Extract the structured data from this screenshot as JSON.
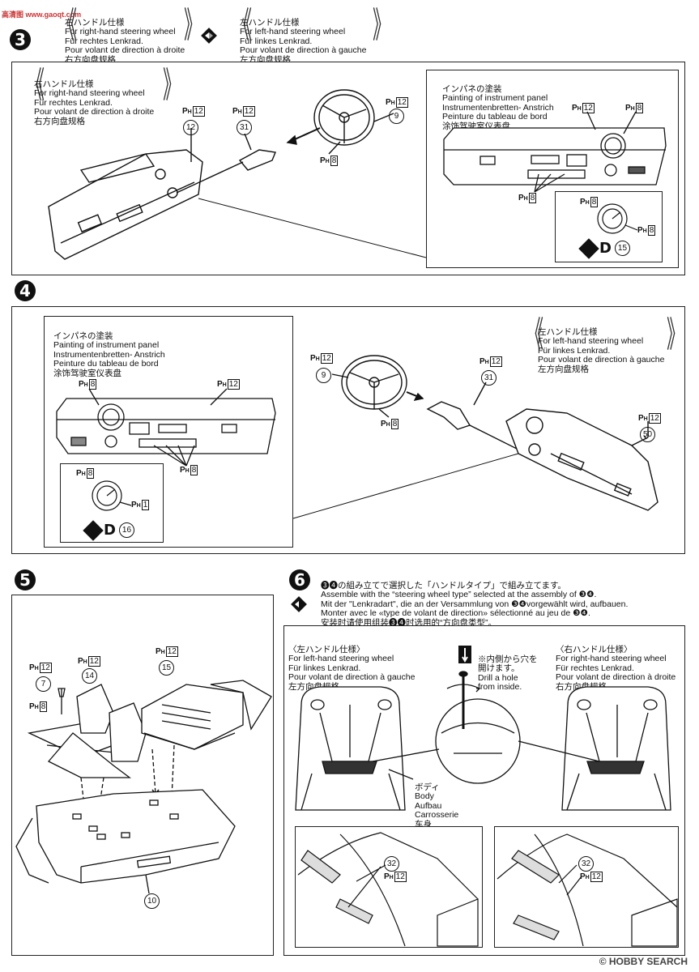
{
  "watermark_top": {
    "text": "高清图 www.gaoqt.com"
  },
  "steps": {
    "s3": "3",
    "s4": "4",
    "s5": "5",
    "s6": "6"
  },
  "top_header": {
    "right": {
      "jp": "右ハンドル仕様",
      "en": "For right-hand steering wheel",
      "de": "Für rechtes Lenkrad.",
      "fr": "Pour volant de direction à droite",
      "cn": "右方向盘规格"
    },
    "left": {
      "jp": "左ハンドル仕様",
      "en": "For left-hand steering wheel",
      "de": "Für linkes Lenkrad.",
      "fr": "Pour volant de direction à gauche",
      "cn": "左方向盘规格"
    }
  },
  "step3": {
    "right": {
      "jp": "右ハンドル仕様",
      "en": "For right-hand steering wheel",
      "de": "Für rechtes Lenkrad.",
      "fr": "Pour volant de direction à droite",
      "cn": "右方向盘规格"
    },
    "paint": {
      "jp": "インパネの塗装",
      "en": "Painting of instrument panel",
      "de": "Instrumentenbretten- Anstrich",
      "fr": "Peinture du tableau de bord",
      "cn": "涂饰驾驶室仪表盘"
    },
    "parts": {
      "p12": "12",
      "p31": "31",
      "p9": "9",
      "p15": "15"
    },
    "ph": {
      "p": "P",
      "h": "H",
      "c12": "12",
      "c8": "8"
    },
    "decal": "D"
  },
  "step4": {
    "paint": {
      "jp": "インパネの塗装",
      "en": "Painting of instrument panel",
      "de": "Instrumentenbretten- Anstrich",
      "fr": "Peinture du tableau de bord",
      "cn": "涂饰驾驶室仪表盘"
    },
    "left": {
      "jp": "左ハンドル仕様",
      "en": "For left-hand steering wheel",
      "de": "Für linkes Lenkrad.",
      "fr": "Pour volant de direction à gauche",
      "cn": "左方向盘规格"
    },
    "parts": {
      "p9": "9",
      "p31": "31",
      "p50": "50",
      "p16": "16"
    },
    "ph": {
      "c1": "1"
    },
    "decal": "D"
  },
  "step5": {
    "parts": {
      "p7": "7",
      "p14": "14",
      "p15": "15",
      "p10": "10"
    }
  },
  "step6": {
    "intro": {
      "jp": "❸❹の組み立てで選択した「ハンドルタイプ」で組み立てます。",
      "en": "Assemble with the “steering wheel type” selected at the assembly of ❸❹.",
      "de": "Mit der \"Lenkradart\", die an der Versammlung von ❸❹vorgewählt wird, aufbauen.",
      "fr": "Monter avec le «type de volant de direction» sélectionné au jeu de ❸❹.",
      "cn": "安装时请使用组装❸❹时选用的“方向盘类型”。"
    },
    "left": {
      "jp": "〈左ハンドル仕様〉",
      "en": "For left-hand steering wheel",
      "de": "Für linkes Lenkrad.",
      "fr": "Pour volant de direction à gauche",
      "cn": "左方向盘规格"
    },
    "right": {
      "jp": "〈右ハンドル仕様〉",
      "en": "For right-hand steering wheel",
      "de": "Für rechtes Lenkrad.",
      "fr": "Pour volant de direction à droite",
      "cn": "右方向盘规格"
    },
    "drill": {
      "jp1": "※内側から穴を",
      "jp2": "開けます。",
      "en1": "Drill a hole",
      "en2": "from inside."
    },
    "body": {
      "jp": "ボディ",
      "en": "Body",
      "de": "Aufbau",
      "fr": "Carrosserie",
      "cn": "车身"
    },
    "parts": {
      "p32a": "32",
      "p32b": "32"
    }
  },
  "footer": {
    "watermark": "© HOBBY SEARCH"
  }
}
